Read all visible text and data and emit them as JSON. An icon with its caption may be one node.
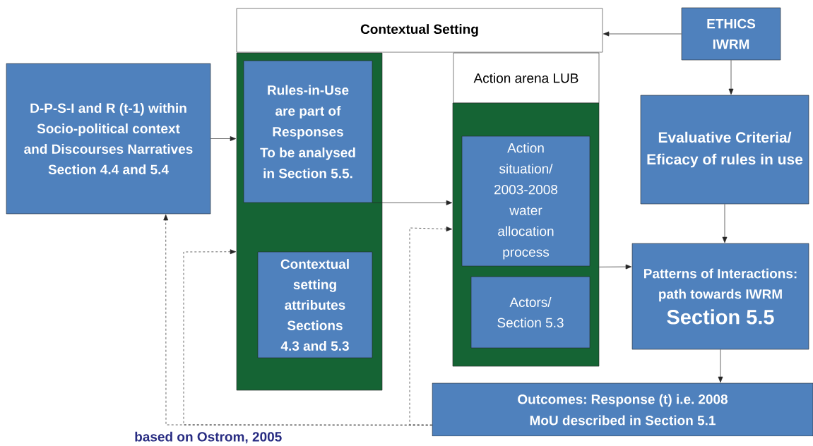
{
  "diagram": {
    "nodes": [
      {
        "text": [
          "D-P-S-I and R (t-1) within Socio-political context and  Discourses Narratives Section 4.4  and 5.4"
        ]
      },
      {
        "text": [
          "Contextual Setting"
        ]
      },
      {
        "text": [],
        "shape": "box"
      },
      {
        "text": [
          "Rules-in-Use are part of Responses To be analysed in Section 5.5."
        ],
        "in": 2
      },
      {
        "text": [
          "Contextual setting attributes Sections 4.3 and 5.3"
        ],
        "in": 2
      },
      {
        "text": [
          "Action arena LUB"
        ]
      },
      {
        "text": [],
        "shape": "box"
      },
      {
        "text": [
          "Action situation/ 2003-2008 water allocation process"
        ],
        "in": 6
      },
      {
        "text": [
          "Actors/ Section 5.3"
        ],
        "in": 6
      },
      {
        "text": [
          "ETHICS IWRM"
        ]
      },
      {
        "text": [
          "Evaluative Criteria/ Eficacy of rules in use"
        ]
      },
      {
        "text": [
          "Patterns of Interactions: path towards IWRM",
          "Section 5.5"
        ]
      },
      {
        "text": [
          "Outcomes: Response  (t) i.e. 2008 MoU described in Section 5.1"
        ]
      }
    ],
    "edges": [
      {
        "from": 0,
        "to": 2,
        "arrow": "to"
      },
      {
        "from": 9,
        "to": 1,
        "arrow": "to"
      },
      {
        "from": 9,
        "to": 10,
        "arrow": "to"
      },
      {
        "from": 3,
        "to": 6,
        "arrow": "to"
      },
      {
        "from": 6,
        "to": 11,
        "arrow": "to"
      },
      {
        "from": 10,
        "to": 11,
        "arrow": "to"
      },
      {
        "from": 11,
        "to": 12,
        "arrow": "to"
      },
      {
        "from": 12,
        "to": 0,
        "arrow": "to",
        "style": "dashed"
      },
      {
        "from": 12,
        "to": 2,
        "arrow": "to",
        "style": "dashed"
      },
      {
        "from": 12,
        "to": 6,
        "arrow": "to",
        "style": "dashed"
      }
    ],
    "labels": [
      "based on Ostrom, 2005"
    ]
  }
}
